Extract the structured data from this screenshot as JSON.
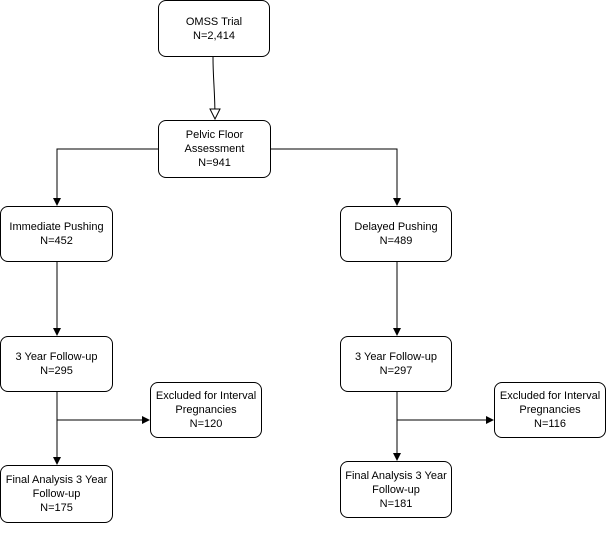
{
  "nodes": {
    "omss": {
      "label": "OMSS Trial",
      "n": "N=2,414"
    },
    "pelvic": {
      "label1": "Pelvic Floor",
      "label2": "Assessment",
      "n": "N=941"
    },
    "immediate": {
      "label": "Immediate Pushing",
      "n": "N=452"
    },
    "delayed": {
      "label": "Delayed Pushing",
      "n": "N=489"
    },
    "followup_left": {
      "label": "3 Year Follow-up",
      "n": "N=295"
    },
    "followup_right": {
      "label": "3 Year Follow-up",
      "n": "N=297"
    },
    "excluded_left": {
      "label1": "Excluded for Interval",
      "label2": "Pregnancies",
      "n": "N=120"
    },
    "excluded_right": {
      "label1": "Excluded for Interval",
      "label2": "Pregnancies",
      "n": "N=116"
    },
    "final_left": {
      "label1": "Final Analysis 3 Year",
      "label2": "Follow-up",
      "n": "N=175"
    },
    "final_right": {
      "label1": "Final Analysis 3 Year",
      "label2": "Follow-up",
      "n": "N=181"
    }
  }
}
